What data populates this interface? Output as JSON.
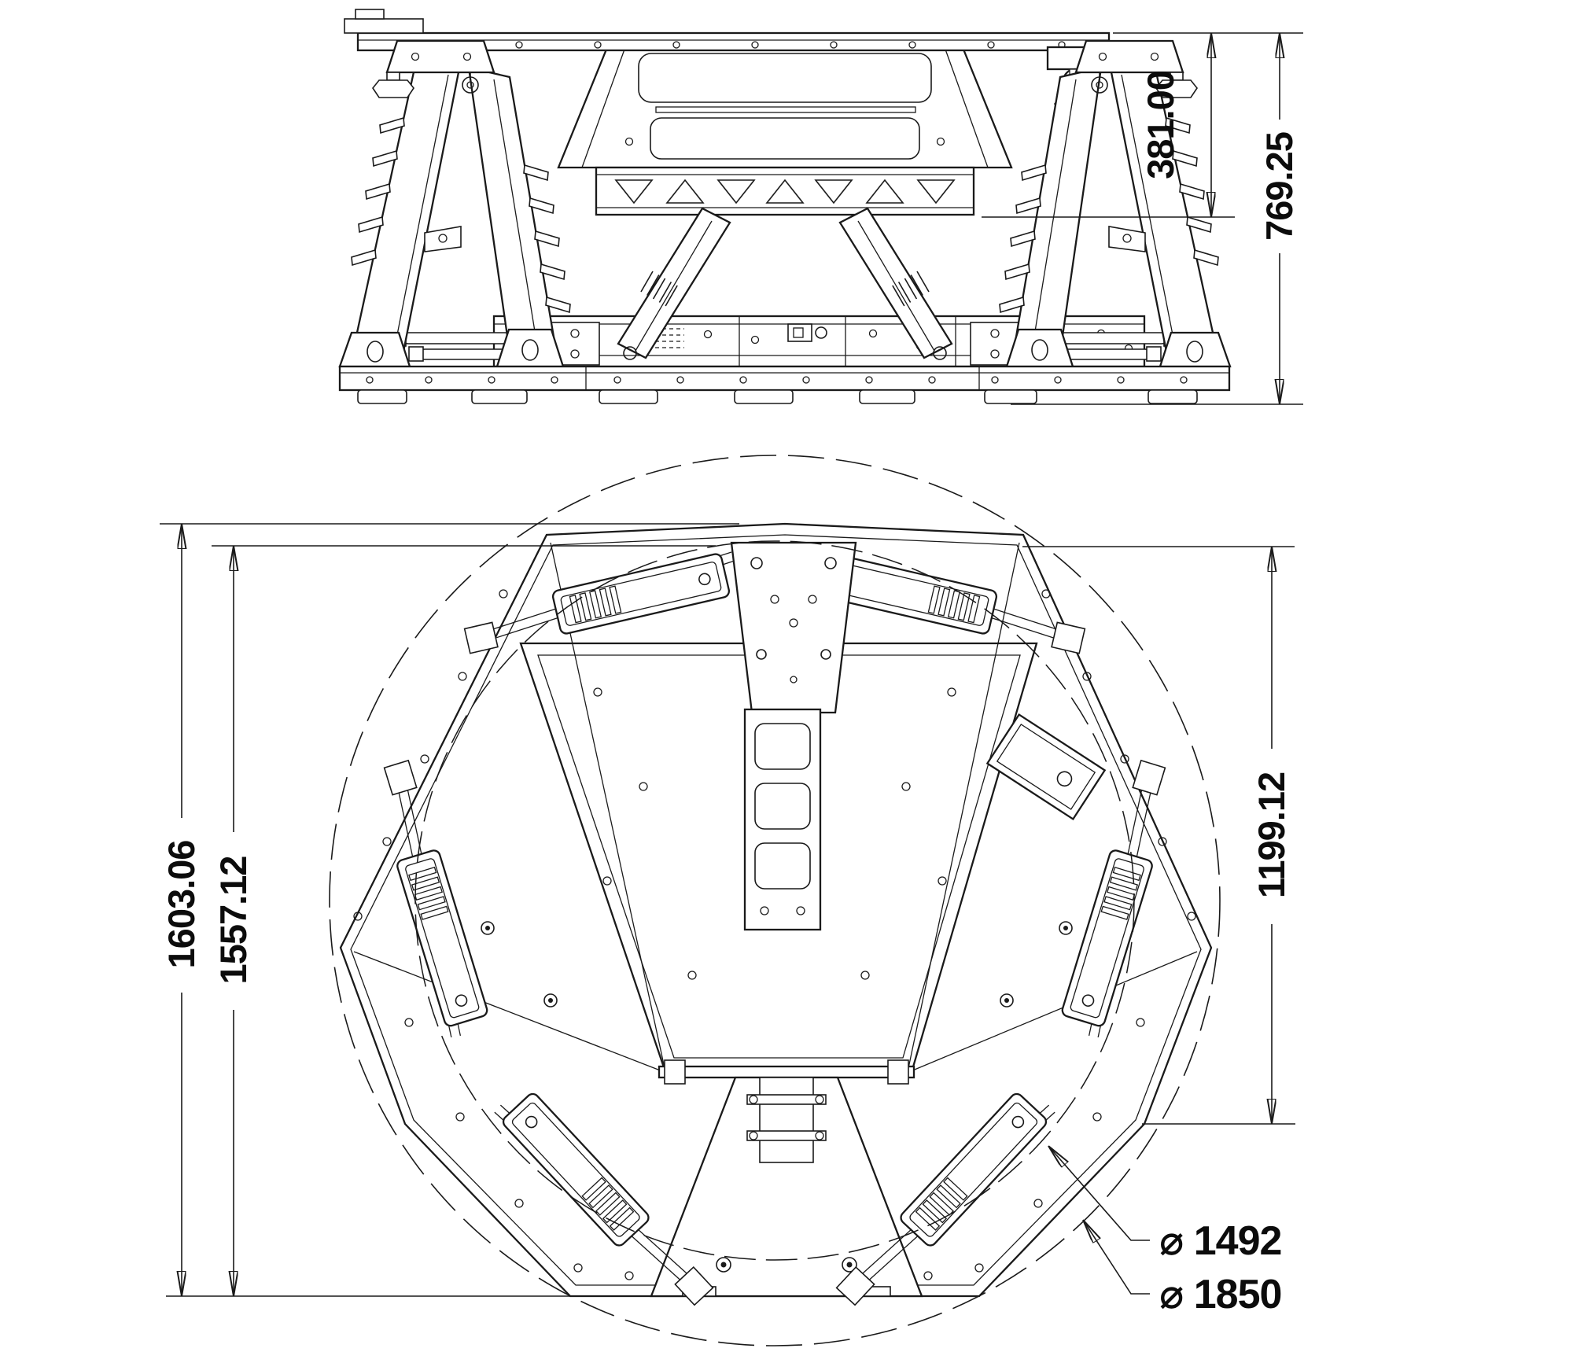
{
  "drawing": {
    "front_view": {
      "platform_height": "381.00",
      "overall_height": "769.25"
    },
    "plan_view": {
      "overall_length": "1603.06",
      "plate_length": "1557.12",
      "right_width": "1199.12",
      "inner_diameter": "⌀ 1492",
      "outer_diameter": "⌀ 1850"
    },
    "colors": {
      "line": "#1a1a1a",
      "dimension_text": "#0c0c0c",
      "background": "#ffffff"
    }
  }
}
